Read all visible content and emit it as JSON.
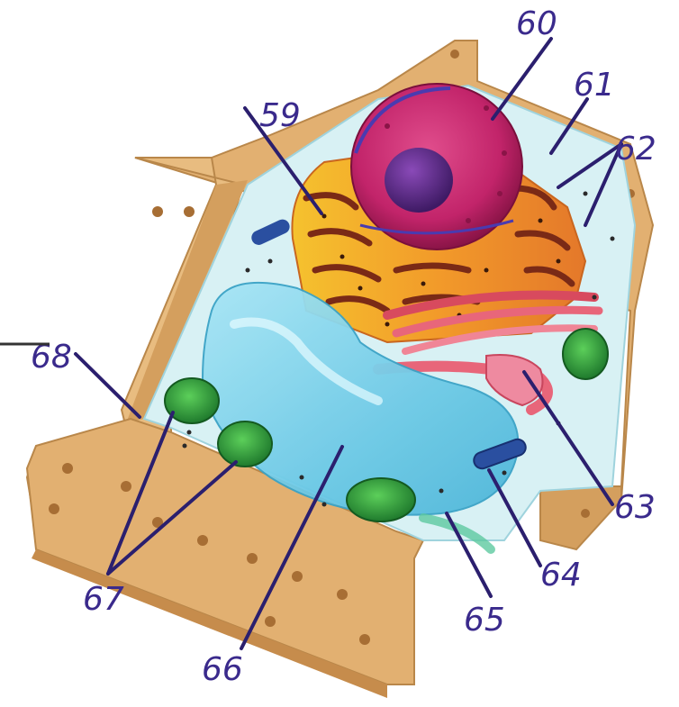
{
  "labels": {
    "l59": "59",
    "l60": "60",
    "l61": "61",
    "l62": "62",
    "l63": "63",
    "l64": "64",
    "l65": "65",
    "l66": "66",
    "l67": "67",
    "l68": "68"
  },
  "colors": {
    "cell_wall": "#e2b071",
    "cytoplasm": "#d8f1f4",
    "vacuole": "#7cd3ea",
    "nucleus": "#c2246a",
    "nucleolus": "#5a2a86",
    "er": "#f2a22e",
    "golgi": "#e8667a",
    "chloroplast": "#3aa24a",
    "label_ink": "#3a2a8c"
  }
}
